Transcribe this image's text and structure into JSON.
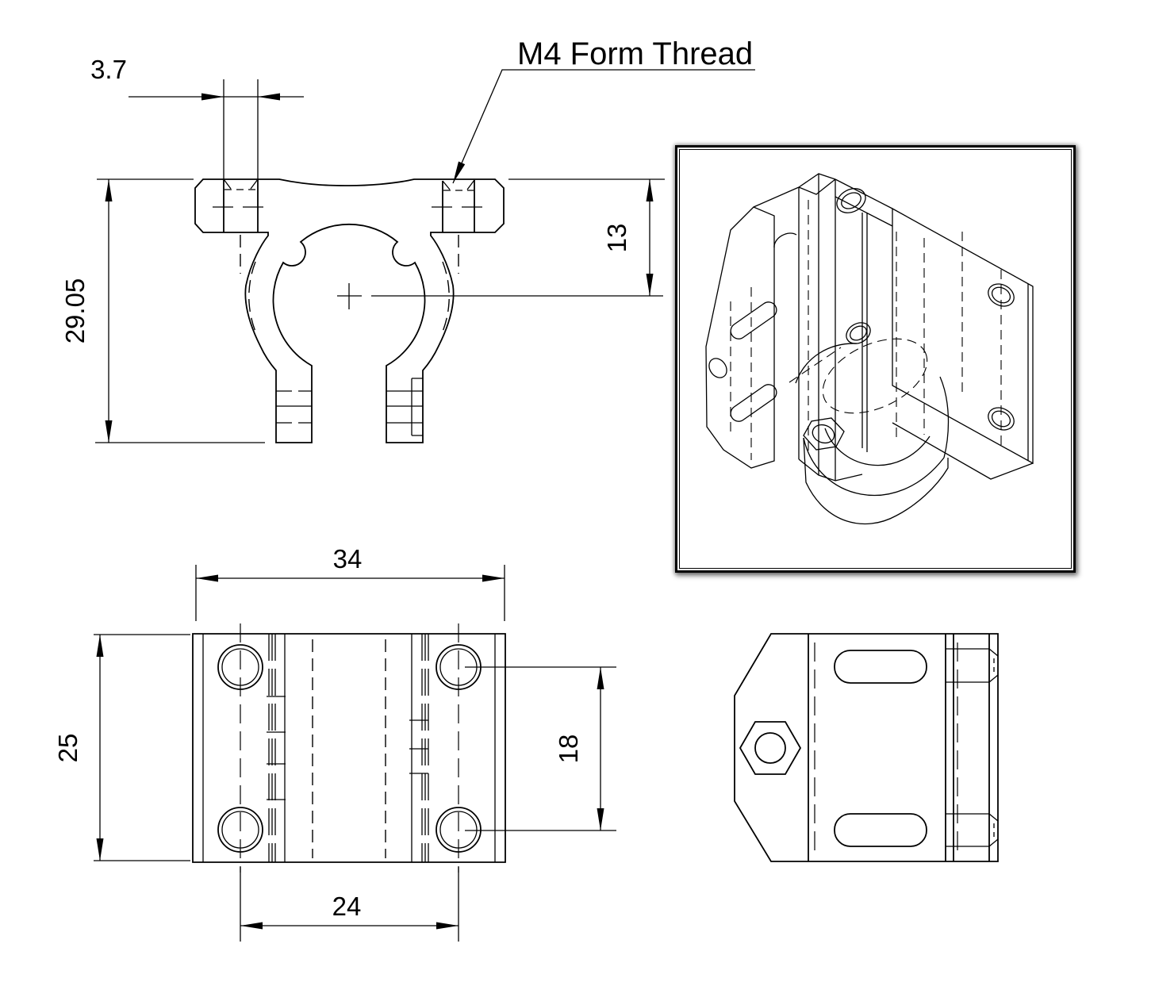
{
  "drawing": {
    "background": "#ffffff",
    "line_color": "#000000",
    "views": [
      "front-view",
      "isometric-view",
      "top-view",
      "side-view"
    ]
  },
  "annotations": {
    "thread_note": "M4 Form Thread"
  },
  "dimensions": {
    "flange_thickness": "3.7",
    "overall_height": "29.05",
    "bore_offset": "13",
    "overall_width": "34",
    "overall_depth": "25",
    "hole_spacing_depth": "18",
    "hole_spacing_width": "24"
  }
}
